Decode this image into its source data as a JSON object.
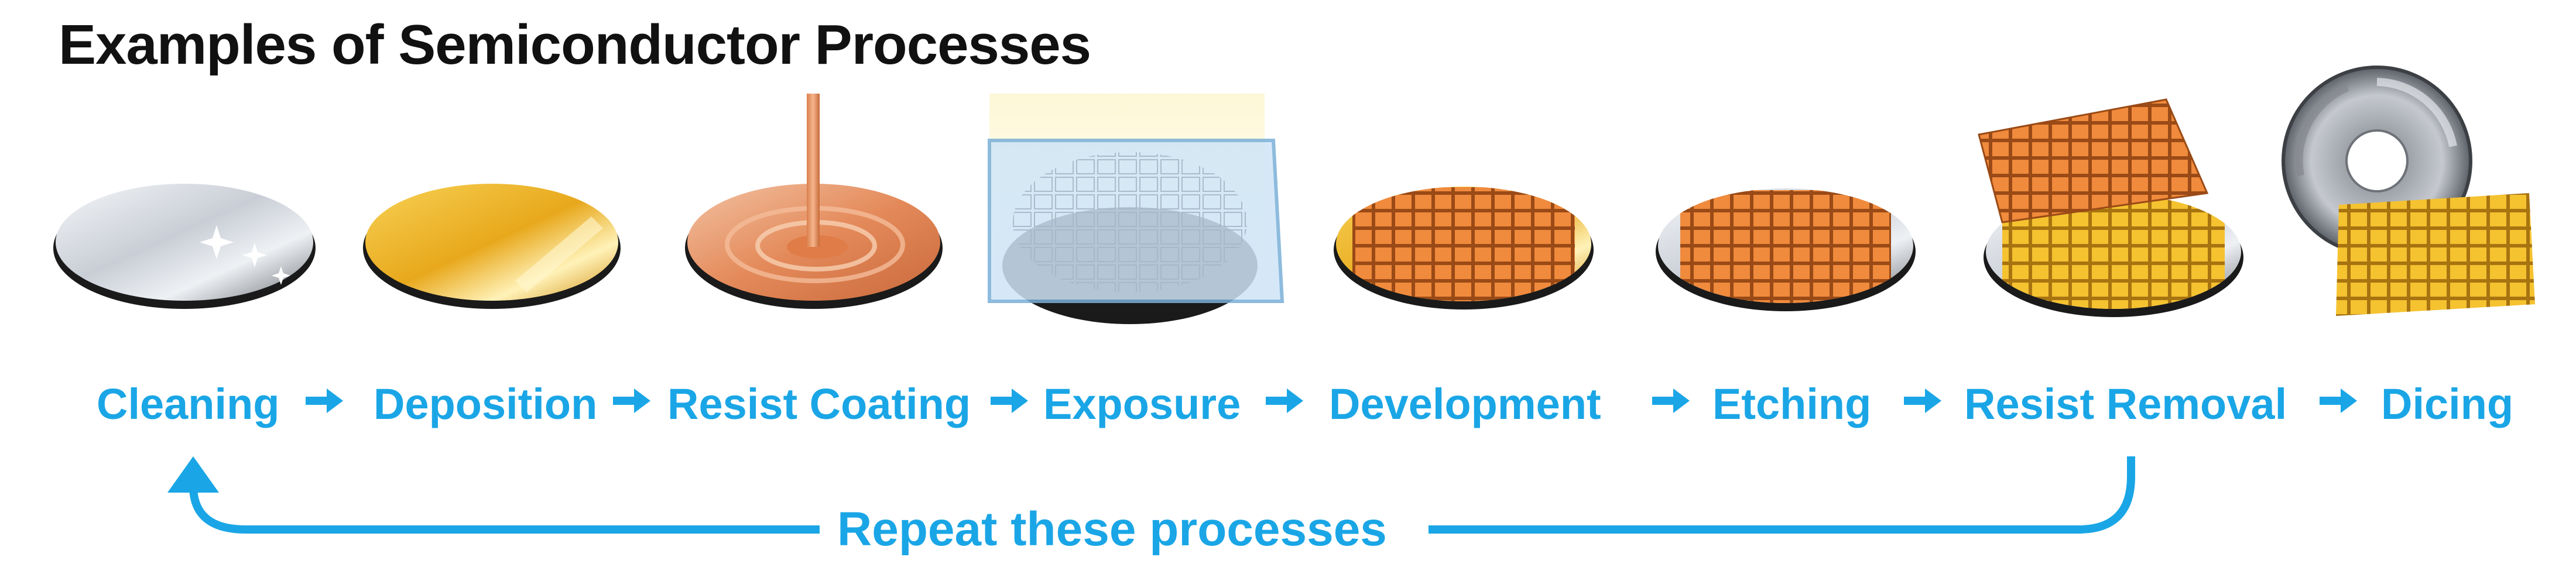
{
  "title": "Examples of Semiconductor Processes",
  "steps": [
    {
      "label": "Cleaning",
      "icon": "clean-wafer-icon"
    },
    {
      "label": "Deposition",
      "icon": "deposited-wafer-icon"
    },
    {
      "label": "Resist Coating",
      "icon": "resist-coating-wafer-icon"
    },
    {
      "label": "Exposure",
      "icon": "exposure-wafer-icon"
    },
    {
      "label": "Development",
      "icon": "developed-wafer-icon"
    },
    {
      "label": "Etching",
      "icon": "etched-wafer-icon"
    },
    {
      "label": "Resist Removal",
      "icon": "resist-removed-wafer-icon"
    },
    {
      "label": "Dicing",
      "icon": "dicing-blade-icon"
    }
  ],
  "loop_label": "Repeat these processes",
  "colors": {
    "accent": "#1aa6e6",
    "title": "#111111",
    "die": "#f08a3c",
    "die_yellow": "#f5c230"
  }
}
